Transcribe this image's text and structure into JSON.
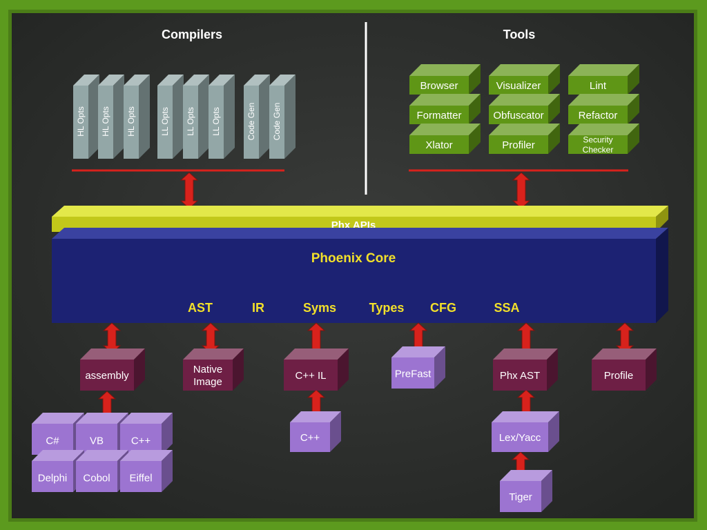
{
  "headings": {
    "compilers": "Compilers",
    "tools": "Tools"
  },
  "compiler_columns": [
    "HL Opts",
    "HL Opts",
    "HL Opts",
    "LL Opts",
    "LL Opts",
    "LL Opts",
    "Code Gen",
    "Code Gen"
  ],
  "tools": [
    [
      "Browser",
      "Visualizer",
      "Lint"
    ],
    [
      "Formatter",
      "Obfuscator",
      "Refactor"
    ],
    [
      "Xlator",
      "Profiler",
      "Security Checker"
    ]
  ],
  "phx_apis": "Phx APIs",
  "core": {
    "title": "Phoenix Core",
    "items": [
      "AST",
      "IR",
      "Syms",
      "Types",
      "CFG",
      "SSA"
    ]
  },
  "modules": [
    "assembly",
    "Native Image",
    "C++ IL",
    "PreFast",
    "Phx AST",
    "Profile"
  ],
  "languages": [
    "C#",
    "VB",
    "C++",
    "Delphi",
    "Cobol",
    "Eiffel"
  ],
  "sources": {
    "cpp": "C++",
    "lexyacc": "Lex/Yacc",
    "tiger": "Tiger"
  },
  "colors": {
    "frame_green": "#5c9a1e",
    "board": "#2b2d2b",
    "core_blue": "#1c2273",
    "api_yellow": "#c2c81a",
    "tool_green": "#5f9616",
    "module_maroon": "#6e1f45",
    "lang_purple": "#9c74d1",
    "column_gray": "#93a7a7",
    "arrow_red": "#d8221c",
    "text_yellow": "#f2e02a"
  }
}
